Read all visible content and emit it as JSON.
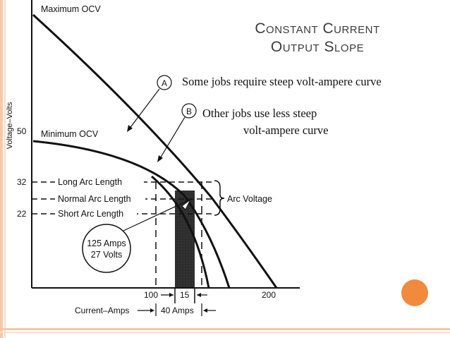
{
  "slide": {
    "title_line1": "Constant Current",
    "title_line2": "Output Slope",
    "note_a": "Some jobs require steep volt-ampere curve",
    "note_b_line1": "Other jobs use less steep",
    "note_b_line2": "volt-ampere curve"
  },
  "diagram": {
    "max_ocv": "Maximum OCV",
    "min_ocv": "Minimum OCV",
    "y_axis_label": "Voltage–Volts",
    "x_axis_label": "Current–Amps",
    "y_tick_50": "50",
    "y_tick_32": "32",
    "y_tick_22": "22",
    "long_arc": "Long Arc Length",
    "normal_arc": "Normal Arc Length",
    "short_arc": "Short Arc Length",
    "arc_voltage": "Arc Voltage",
    "callout_line1": "125 Amps",
    "callout_line2": "27 Volts",
    "x_tick_100": "100",
    "x_tick_15": "15",
    "x_tick_200": "200",
    "range_40": "40 Amps",
    "marker_a": "A",
    "marker_b": "B"
  },
  "colors": {
    "accent_orange": "#f08a3c",
    "title_gray": "#3c3c3c"
  }
}
